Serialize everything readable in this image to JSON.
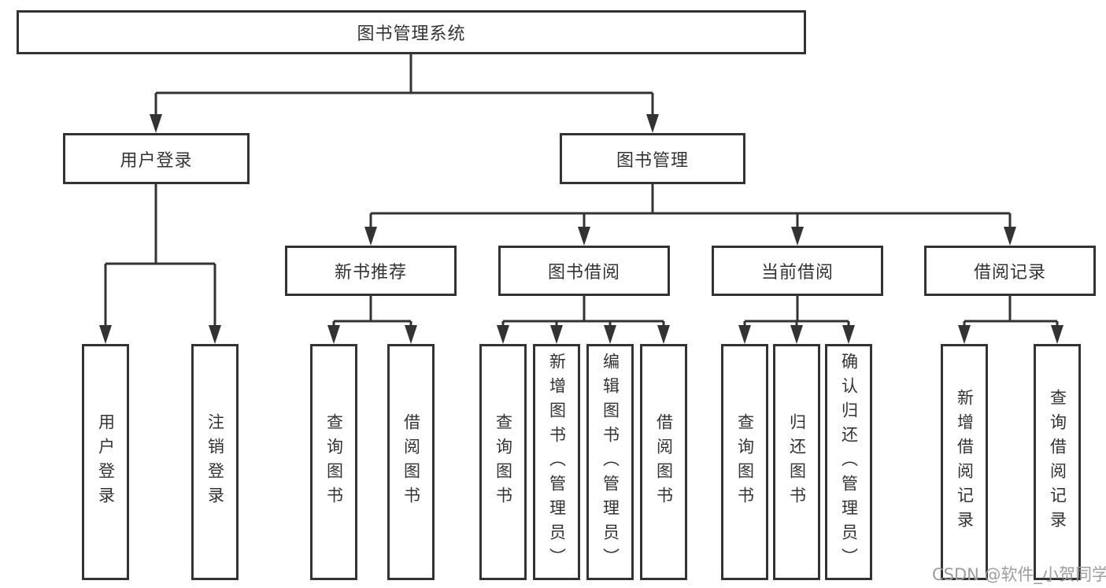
{
  "tree": {
    "root": {
      "label": "图书管理系统"
    },
    "branches": [
      {
        "label": "用户登录",
        "children": [
          {
            "label": "用户登录"
          },
          {
            "label": "注销登录"
          }
        ]
      },
      {
        "label": "图书管理",
        "children": [
          {
            "label": "新书推荐",
            "children": [
              {
                "label": "查询图书"
              },
              {
                "label": "借阅图书"
              }
            ]
          },
          {
            "label": "图书借阅",
            "children": [
              {
                "label": "查询图书"
              },
              {
                "label": "新增图书（管理员）"
              },
              {
                "label": "编辑图书（管理员）"
              },
              {
                "label": "借阅图书"
              }
            ]
          },
          {
            "label": "当前借阅",
            "children": [
              {
                "label": "查询图书"
              },
              {
                "label": "归还图书"
              },
              {
                "label": "确认归还（管理员）"
              }
            ]
          },
          {
            "label": "借阅记录",
            "children": [
              {
                "label": "新增借阅记录"
              },
              {
                "label": "查询借阅记录"
              }
            ]
          }
        ]
      }
    ]
  },
  "watermark": "CSDN @软件_小贺同学",
  "colors": {
    "line": "#333333",
    "box_border": "#333333",
    "box_background": "#ffffff",
    "text": "#333333",
    "watermark": "#9e9e9e",
    "background": "#ffffff"
  }
}
